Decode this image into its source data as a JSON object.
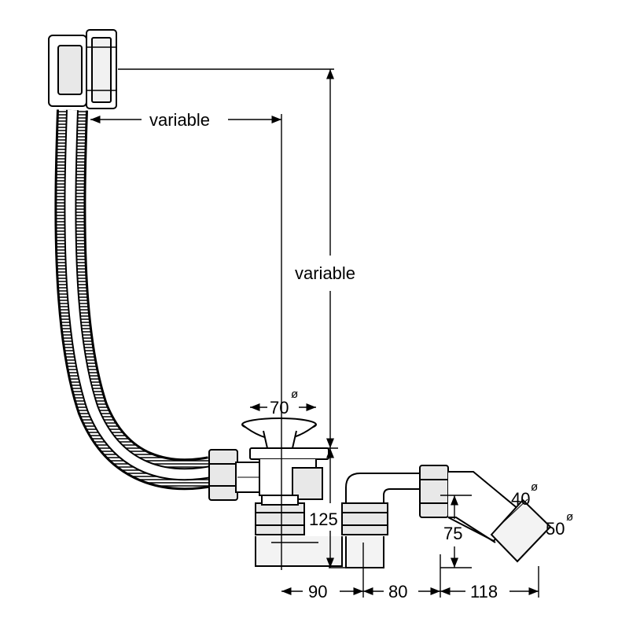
{
  "dimensions": {
    "overflow_length": "variable",
    "overflow_height": "variable",
    "plug_diameter": "70",
    "waste_height": "125",
    "outlet_height": "75",
    "spacing_1": "90",
    "spacing_2": "80",
    "spacing_3": "118",
    "bore_outlet_40": "40",
    "bore_outlet_50": "50",
    "diameter_symbol": "ø"
  }
}
